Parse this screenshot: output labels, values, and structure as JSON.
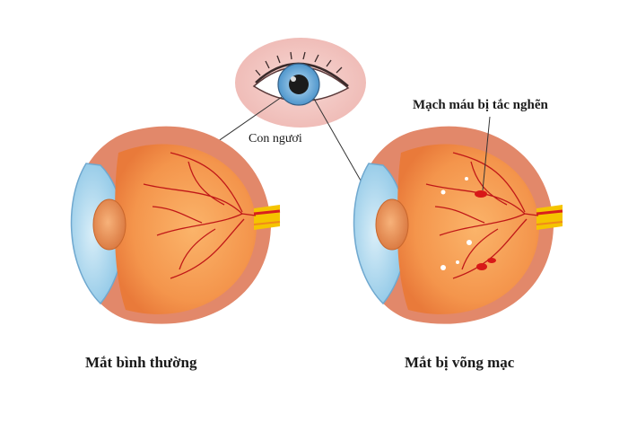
{
  "labels": {
    "pupil": "Con ngươi",
    "blocked_vessels": "Mạch máu bị tắc nghẽn",
    "normal_eye": "Mắt bình thường",
    "retinopathy_eye": "Mắt bị võng mạc"
  },
  "colors": {
    "background": "#ffffff",
    "eye_face": "#f3c9c6",
    "iris": "#7fb7e0",
    "pupil": "#1b1b1b",
    "sclera_shell": "#e2886a",
    "retina": "#f49a52",
    "cornea": "#a9d7ef",
    "vessels": "#c01818",
    "optic_nerve_yellow": "#f5c400",
    "lesion_white": "#ffffff"
  }
}
